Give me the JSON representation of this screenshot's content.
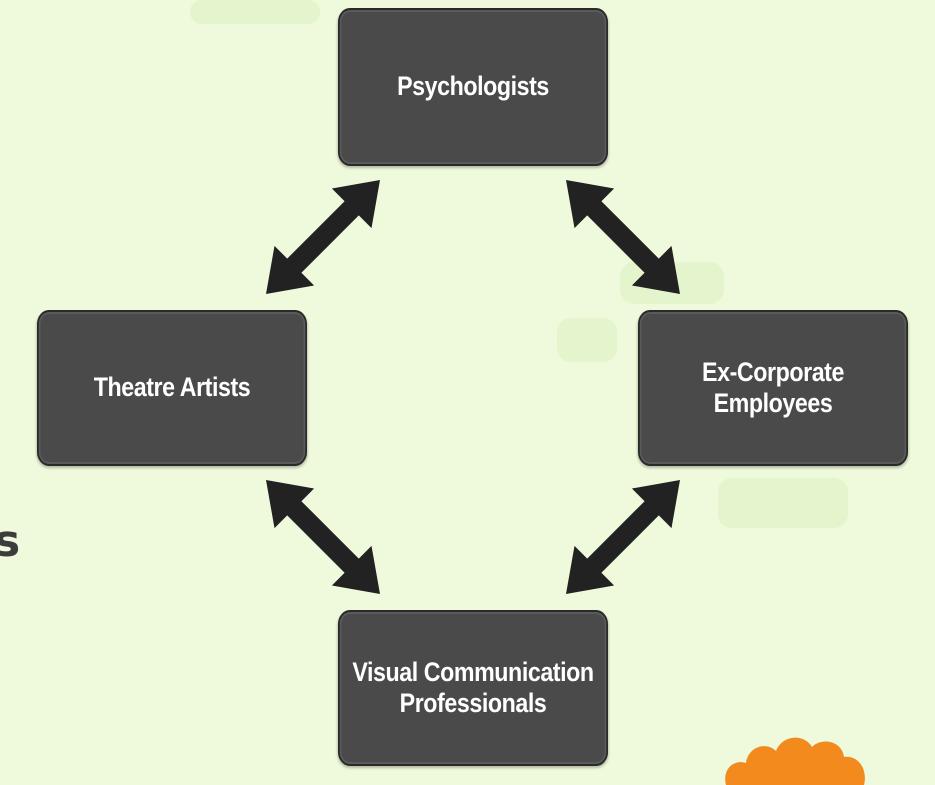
{
  "diagram": {
    "nodes": [
      {
        "id": "top",
        "label": "Psychologists"
      },
      {
        "id": "left",
        "label": "Theatre Artists"
      },
      {
        "id": "right",
        "label": "Ex-Corporate\nEmployees"
      },
      {
        "id": "bottom",
        "label": "Visual Communication\nProfessionals"
      }
    ],
    "edges": [
      {
        "from": "top",
        "to": "left",
        "direction": "both"
      },
      {
        "from": "top",
        "to": "right",
        "direction": "both"
      },
      {
        "from": "left",
        "to": "bottom",
        "direction": "both"
      },
      {
        "from": "right",
        "to": "bottom",
        "direction": "both"
      }
    ],
    "side_text": "s"
  },
  "colors": {
    "background": "#eefadb",
    "node_fill": "#4a4a4a",
    "node_text": "#ffffff",
    "arrow": "#222222",
    "cloud": "#f28a1e"
  }
}
